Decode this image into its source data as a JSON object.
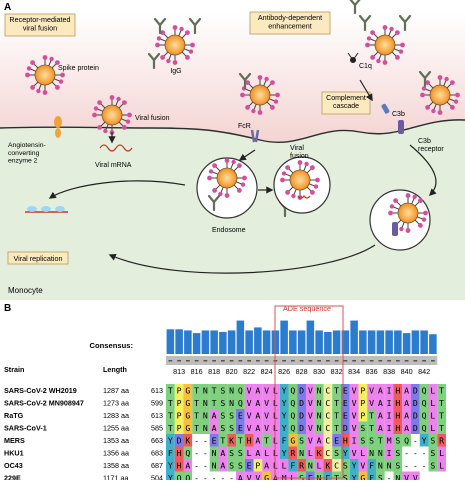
{
  "panel_a": {
    "letter": "A",
    "boxes": {
      "receptor_fusion": "Receptor-mediated\nviral fusion",
      "ade": "Antibody-dependent\nenhancement",
      "complement": "Complement\ncascade",
      "viral_replication": "Viral replication"
    },
    "labels": {
      "spike": "Spike protein",
      "igg": "IgG",
      "c1q": "C1q",
      "c3b": "C3b",
      "fcr": "FcR",
      "viral_fusion_membrane": "Viral fusion",
      "viral_fusion_endosome": "Viral\nfusion",
      "ace2": "Angiotensin-\nconverting\nenzyme 2",
      "viral_mrna": "Viral mRNA",
      "c3b_receptor": "C3b\nreceptor",
      "endosome": "Endosome",
      "monocyte": "Monocyte"
    }
  },
  "panel_b": {
    "letter": "B",
    "ade_label": "ADE sequence",
    "consensus_label": "Consensus:",
    "header": {
      "strain": "Strain",
      "length": "Length"
    },
    "positions": [
      "813",
      "816",
      "818",
      "820",
      "822",
      "824",
      "826",
      "828",
      "830",
      "832",
      "834",
      "836",
      "838",
      "840",
      "842"
    ],
    "consensus_bars": [
      0.65,
      0.65,
      0.62,
      0.55,
      0.62,
      0.62,
      0.58,
      0.62,
      0.88,
      0.62,
      0.7,
      0.62,
      0.62,
      0.88,
      0.62,
      0.62,
      0.88,
      0.62,
      0.58,
      0.62,
      0.62,
      0.88,
      0.62,
      0.62,
      0.62,
      0.62,
      0.62,
      0.55,
      0.62,
      0.62,
      0.52
    ],
    "rows": [
      {
        "strain": "SARS-CoV-2  WH2019",
        "length": "1287 aa",
        "start": "613",
        "seq": "TPGTNTSNQVAVLYQDVNCTEVPVAIHADQLT"
      },
      {
        "strain": "SARS-CoV-2  MN908947",
        "length": "1273 aa",
        "start": "599",
        "seq": "TPGTNTSNQVAVLYQDVNCTEVPVAIHADQLT"
      },
      {
        "strain": "RaTG",
        "length": "1283 aa",
        "start": "613",
        "seq": "TPGTNASSEVAVLYQDVNCTEVPTAIHADQLT"
      },
      {
        "strain": "SARS-CoV-1",
        "length": "1255 aa",
        "start": "585",
        "seq": "TPGTNASSEVAVLYQDVNCTDVSTAIHADQLT"
      },
      {
        "strain": "MERS",
        "length": "1353 aa",
        "start": "663",
        "seq": "YDK--ETKTHATLFGSVACEHISSTMSQ-YSR"
      },
      {
        "strain": "HKU1",
        "length": "1356 aa",
        "start": "683",
        "seq": "FHQ--NASSLALLYRNLKCSYVLNNIS---SL"
      },
      {
        "strain": "OC43",
        "length": "1358 aa",
        "start": "687",
        "seq": "YHA--NASSEPALLFRNLKCSYVFNNS---SL"
      },
      {
        "strain": "229E",
        "length": "1171 aa",
        "start": "504",
        "seq": "YQQ-----AVVGAMLSENFTSYGFS-NVV"
      }
    ]
  }
}
